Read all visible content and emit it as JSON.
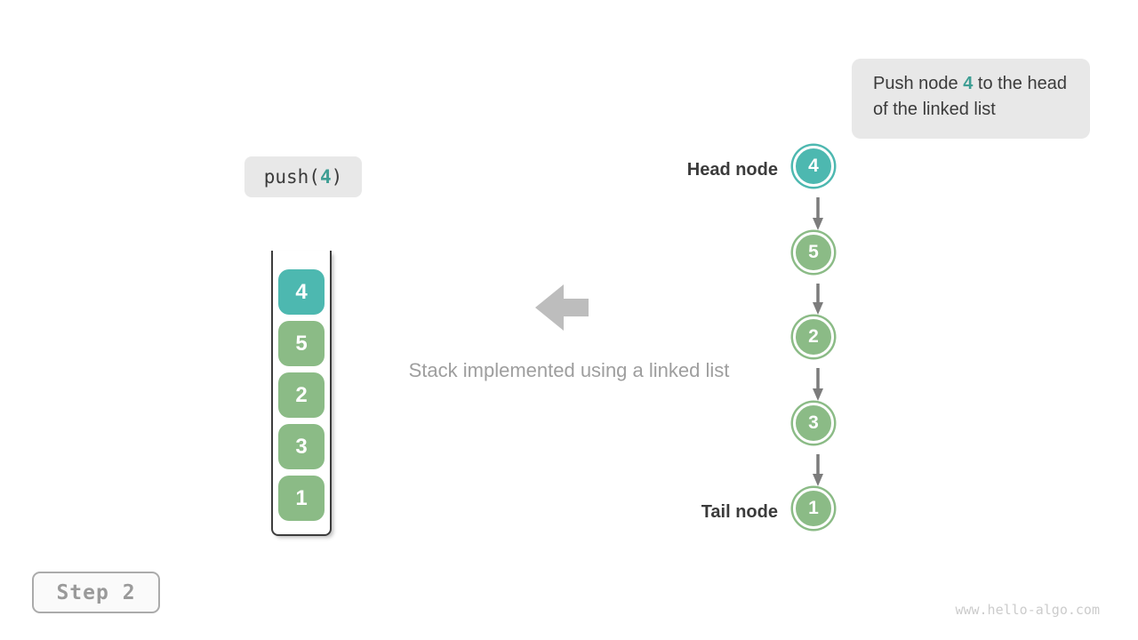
{
  "colors": {
    "teal": "#4db8b0",
    "green": "#8bbb86"
  },
  "callout": {
    "text_before": "Push node ",
    "highlight": "4",
    "text_after": " to the head of the linked list"
  },
  "push_label": {
    "fn_open": "push(",
    "arg": "4",
    "fn_close": ")"
  },
  "stack": {
    "items": [
      {
        "value": "4",
        "color": "teal"
      },
      {
        "value": "5",
        "color": "green"
      },
      {
        "value": "2",
        "color": "green"
      },
      {
        "value": "3",
        "color": "green"
      },
      {
        "value": "1",
        "color": "green"
      }
    ]
  },
  "linked_list": {
    "head_label": "Head node",
    "tail_label": "Tail node",
    "nodes": [
      {
        "value": "4",
        "color": "teal"
      },
      {
        "value": "5",
        "color": "green"
      },
      {
        "value": "2",
        "color": "green"
      },
      {
        "value": "3",
        "color": "green"
      },
      {
        "value": "1",
        "color": "green"
      }
    ]
  },
  "caption": "Stack implemented using a linked list",
  "step": {
    "label": "Step 2"
  },
  "watermark": "www.hello-algo.com"
}
